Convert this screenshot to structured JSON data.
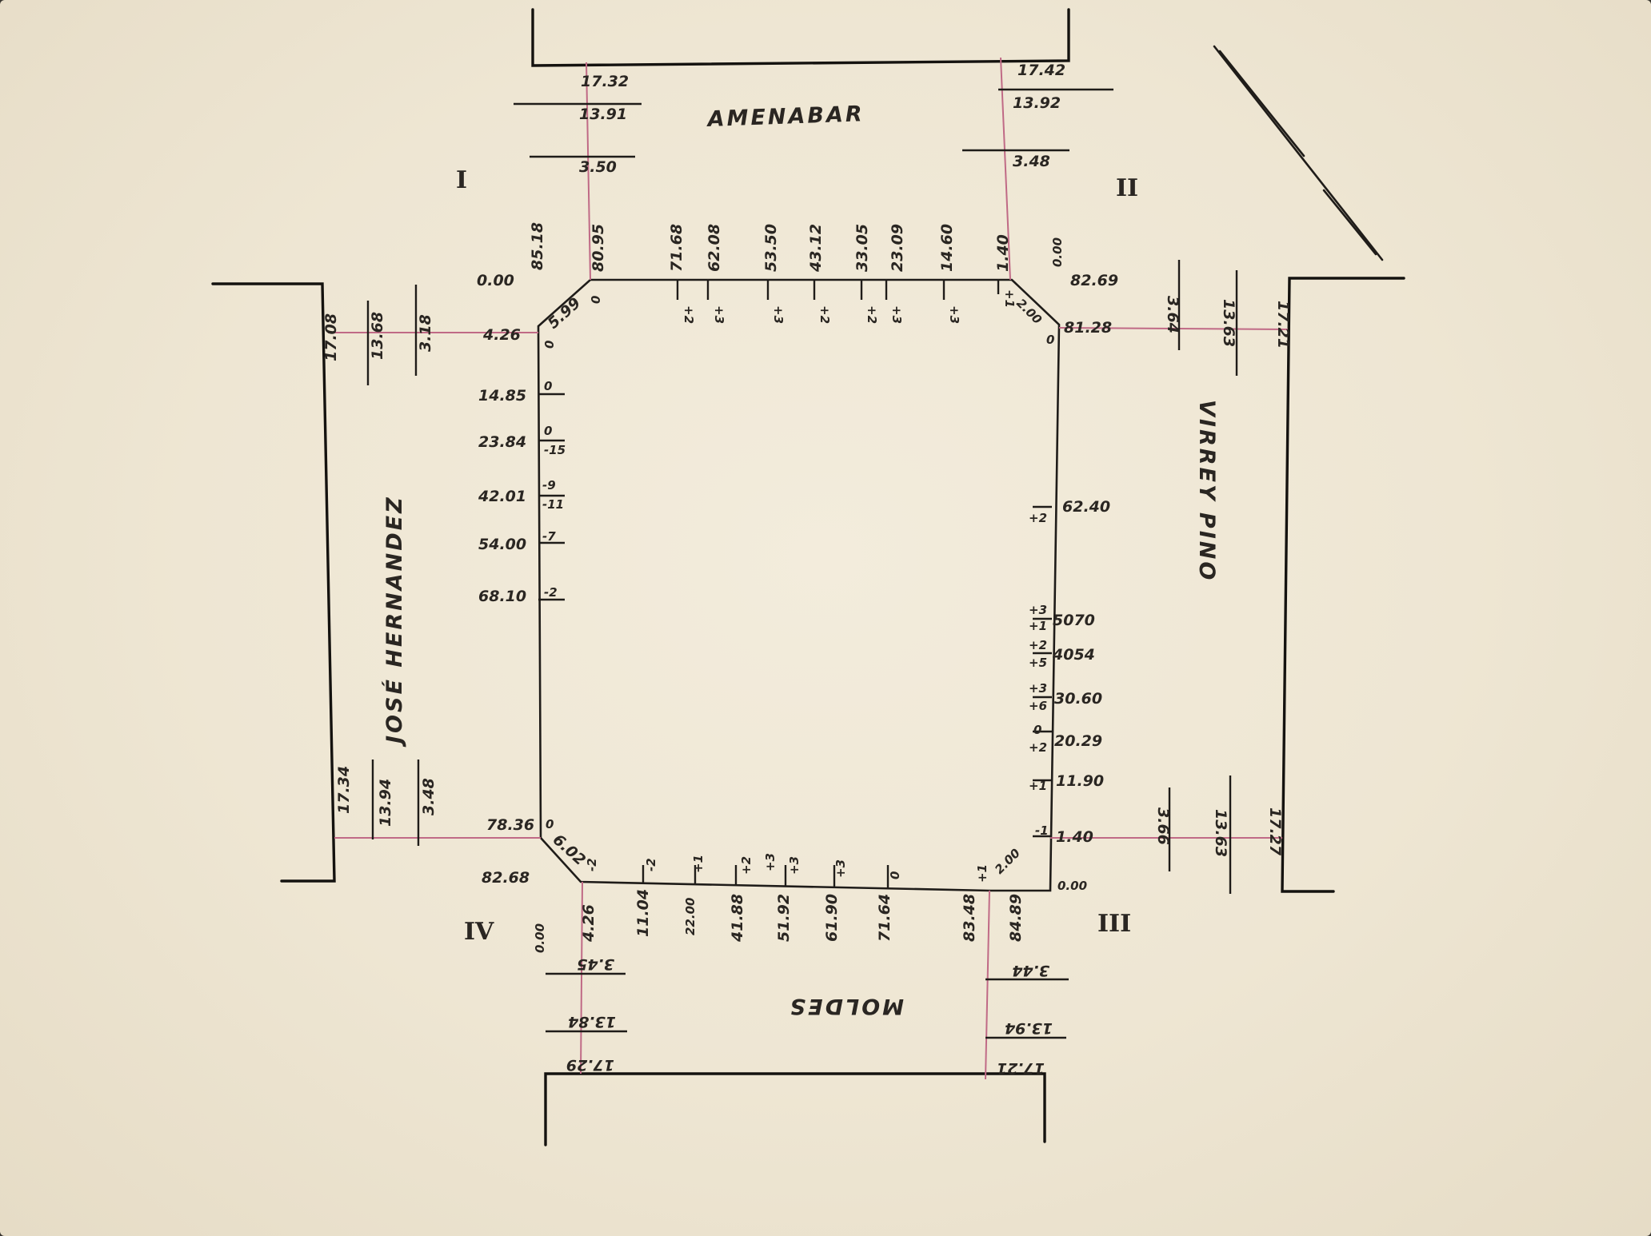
{
  "streets": {
    "north": "AMENABAR",
    "east": "VIRREY PINO",
    "south": "MOLDES",
    "west": "JOSÉ HERNANDEZ"
  },
  "corners": {
    "nw": "I",
    "ne": "II",
    "se": "III",
    "sw": "IV"
  },
  "north_side": {
    "stations": [
      "0.00",
      "85.18",
      "80.95",
      "71.68",
      "62.08",
      "53.50",
      "43.12",
      "33.05",
      "23.09",
      "14.60",
      "1.40",
      "0.00",
      "82.69"
    ],
    "offsets": [
      "0",
      "+2",
      "+3",
      "+3",
      "+2",
      "+2",
      "+3",
      "+3",
      "+1"
    ],
    "chamfer_nw": "5.99",
    "chamfer_ne": "2.00",
    "zero_nw": "0",
    "zero_ne": "0"
  },
  "west_side": {
    "stations": [
      "4.26",
      "14.85",
      "23.84",
      "42.01",
      "54.00",
      "68.10",
      "78.36",
      "82.68"
    ],
    "offsets": [
      "0",
      "0",
      "-15",
      "-9",
      "-11",
      "-7",
      "-2"
    ],
    "chamfer_sw": "6.02",
    "zero_sw": "0",
    "zero_nw": "0"
  },
  "east_side": {
    "stations": [
      "81.28",
      "62.40",
      "5070",
      "4054",
      "30.60",
      "20.29",
      "11.90",
      "1.40",
      "0.00"
    ],
    "offsets": [
      "+2",
      "+3",
      "+1",
      "+2",
      "+5",
      "+3",
      "+6",
      "0",
      "+2",
      "+1",
      "-1"
    ],
    "zero_ne": "0"
  },
  "south_side": {
    "stations": [
      "0.00",
      "4.26",
      "11.04",
      "22.00",
      "41.88",
      "51.92",
      "61.90",
      "71.64",
      "83.48",
      "84.89"
    ],
    "offsets": [
      "-2",
      "-2",
      "+1",
      "+2",
      "+3",
      "+3",
      "+3",
      "0",
      "+1"
    ],
    "chamfer_se": "2.00"
  },
  "cross_sections": {
    "north_left": [
      "17.32",
      "13.91",
      "3.50"
    ],
    "north_right": [
      "17.42",
      "13.92",
      "3.48"
    ],
    "west_top": [
      "17.08",
      "13.68",
      "3.18"
    ],
    "west_bottom": [
      "17.34",
      "13.94",
      "3.48"
    ],
    "east_top": [
      "3.64",
      "13.63",
      "17.21"
    ],
    "east_bottom": [
      "3.66",
      "13.63",
      "17.27"
    ],
    "south_left": [
      "3.45",
      "13.84",
      "17.29"
    ],
    "south_right": [
      "3.44",
      "13.94",
      "17.21"
    ]
  },
  "colors": {
    "paper": "#efe7d5",
    "ink": "#1f1c19",
    "red_line": "#c06a86"
  }
}
